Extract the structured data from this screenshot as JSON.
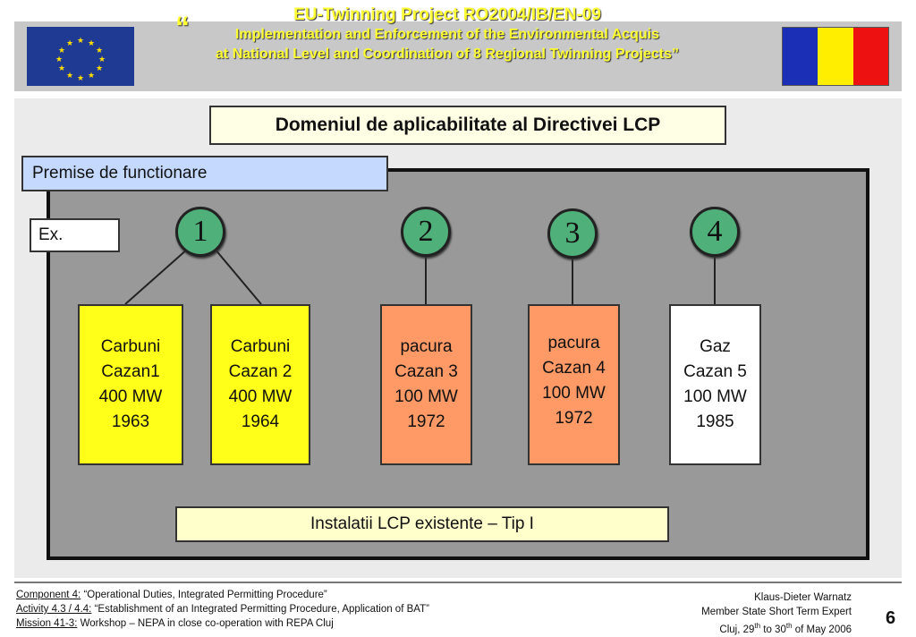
{
  "header": {
    "line1": "EU-Twinning  Project  RO2004/IB/EN-09",
    "quote_open": "“",
    "line2": "Implementation and Enforcement of the Environmental Acquis",
    "line3": "at National Level and Coordination of 8 Regional Twinning Projects”",
    "eu_flag_color": "#1f3a93",
    "star_color": "#ffdd00",
    "ro_flag_colors": [
      "#1a2fb5",
      "#ffee00",
      "#ee1111"
    ]
  },
  "slide": {
    "title": "Domeniul de aplicabilitate al Directivei LCP",
    "premise": "Premise de functionare",
    "example": "Ex.",
    "circles": [
      "1",
      "2",
      "3",
      "4"
    ],
    "units": [
      {
        "fuel": "Carbuni",
        "boiler": "Cazan1",
        "power": "400 MW",
        "year": "1963",
        "color": "#ffff1a"
      },
      {
        "fuel": "Carbuni",
        "boiler": "Cazan 2",
        "power": "400 MW",
        "year": "1964",
        "color": "#ffff1a"
      },
      {
        "fuel": "pacura",
        "boiler": "Cazan 3",
        "power": "100 MW",
        "year": "1972",
        "color": "#ff9966"
      },
      {
        "fuel": "pacura",
        "boiler": "Cazan 4",
        "power": "100 MW",
        "year": "1972",
        "color": "#ff9966"
      },
      {
        "fuel": "Gaz",
        "boiler": "Cazan 5",
        "power": "100 MW",
        "year": "1985",
        "color": "#ffffff"
      }
    ],
    "bottom_label": "Instalatii LCP existente – Tip I"
  },
  "footer": {
    "component_label": "Component 4:",
    "component_text": " “Operational Duties, Integrated Permitting Procedure”",
    "activity_label": "Activity 4.3 / 4.4:",
    "activity_text": " “Establishment of an Integrated Permitting Procedure, Application of BAT”",
    "mission_label": "Mission 41-3:",
    "mission_text": " Workshop – NEPA in close co-operation with REPA Cluj",
    "expert_name": "Klaus-Dieter Warnatz",
    "expert_role": "Member State Short Term Expert",
    "date_prefix": "Cluj, 29",
    "date_sup1": "th",
    "date_mid": " to 30",
    "date_sup2": "th",
    "date_suffix": " of May 2006",
    "page_number": "6"
  }
}
